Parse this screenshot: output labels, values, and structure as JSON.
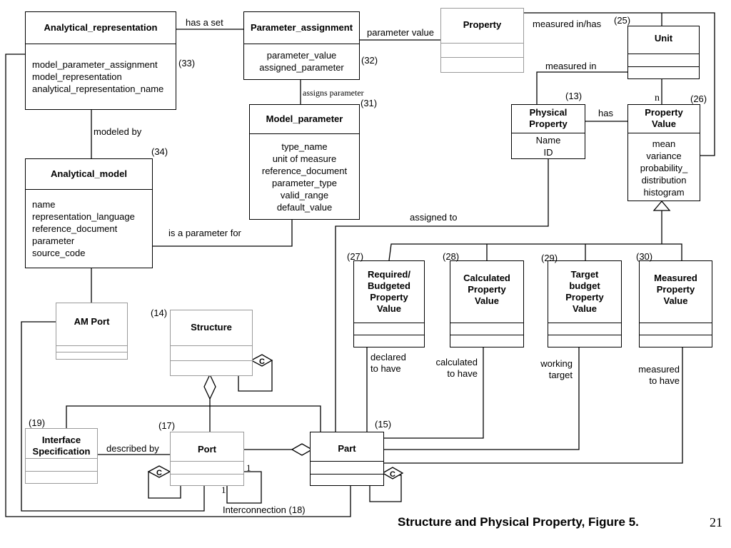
{
  "classes": {
    "analytical_representation": {
      "name": "Analytical_representation",
      "attributes": "model_parameter_assignment\nmodel_representation\nanalytical_representation_name",
      "number": "(33)"
    },
    "parameter_assignment": {
      "name": "Parameter_assignment",
      "attributes": "parameter_value\nassigned_parameter",
      "number": "(32)"
    },
    "property": {
      "name": "Property"
    },
    "unit": {
      "name": "Unit",
      "number": "(25)"
    },
    "model_parameter": {
      "name": "Model_parameter",
      "attributes": "type_name\nunit of measure\nreference_document\nparameter_type\nvalid_range\ndefault_value",
      "number": "(31)"
    },
    "physical_property": {
      "name": "Physical\nProperty",
      "attributes": "Name\nID",
      "number": "(13)"
    },
    "property_value": {
      "name": "Property\nValue",
      "attributes": "mean\nvariance\nprobability_\ndistribution\nhistogram",
      "number": "(26)"
    },
    "analytical_model": {
      "name": "Analytical_model",
      "attributes": "name\nrepresentation_language\nreference_document\nparameter\nsource_code",
      "number": "(34)"
    },
    "required_value": {
      "name": "Required/\nBudgeted\nProperty\nValue",
      "number": "(27)"
    },
    "calculated_value": {
      "name": "Calculated\nProperty\nValue",
      "number": "(28)"
    },
    "target_value": {
      "name": "Target\nbudget\nProperty\nValue",
      "number": "(29)"
    },
    "measured_value": {
      "name": "Measured\nProperty\nValue",
      "number": "(30)"
    },
    "am_port": {
      "name": "AM Port"
    },
    "structure": {
      "name": "Structure",
      "number": "(14)"
    },
    "interface_specification": {
      "name": "Interface\nSpecification",
      "number": "(19)"
    },
    "port": {
      "name": "Port",
      "number": "(17)"
    },
    "part": {
      "name": "Part",
      "number": "(15)"
    }
  },
  "relations": {
    "has_a_set": "has a set",
    "parameter_value": "parameter value",
    "measured_in_has": "measured in/has",
    "measured_in": "measured in",
    "assigns_parameter": "assigns  parameter",
    "modeled_by": "modeled by",
    "has": "has",
    "n": "n",
    "assigned_to": "assigned to",
    "is_a_parameter_for": "is a parameter for",
    "declared_to_have": "declared\nto have",
    "calculated_to_have": "calculated\nto have",
    "working_target": "working\ntarget",
    "measured_to_have": "measured\nto have",
    "described_by": "described by",
    "interconnection": "Interconnection (18)",
    "one_a": "1",
    "one_b": "1",
    "c_symbol": "C"
  },
  "footer": {
    "title": "Structure and Physical Property, Figure 5.",
    "page": "21"
  }
}
